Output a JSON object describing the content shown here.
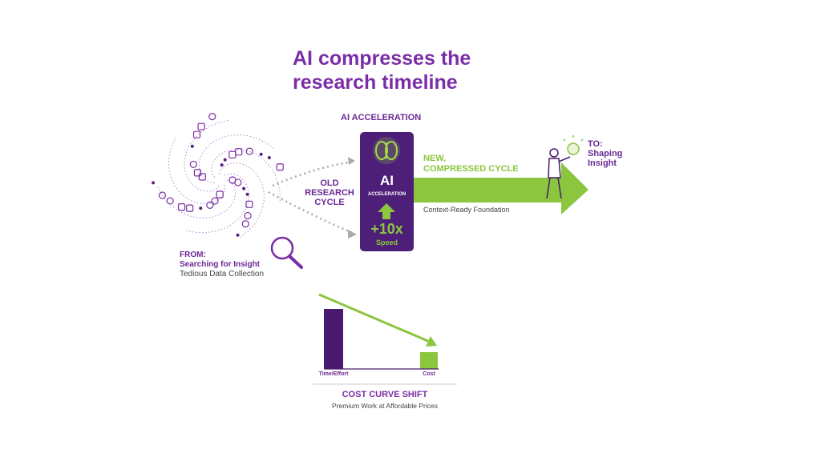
{
  "title": {
    "line1": "AI compresses the",
    "line2": "research timeline"
  },
  "from": {
    "label": "FROM:",
    "heading": "Searching for Insight",
    "subtitle": "Tedious Data Collection"
  },
  "old_cycle": {
    "line1": "OLD",
    "line2": "RESEARCH",
    "line3": "CYCLE"
  },
  "ai_box": {
    "header": "AI ACCELERATION",
    "big": "AI",
    "small": "ACCELERATION",
    "multiplier": "+10x",
    "unit": "Speed"
  },
  "new_cycle": {
    "line1": "NEW,",
    "line2": "COMPRESSED CYCLE",
    "caption": "Context-Ready Foundation"
  },
  "to": {
    "label": "TO:",
    "line1": "Shaping",
    "line2": "Insight"
  },
  "cost_chart": {
    "bars": [
      {
        "label": "Time/Effort",
        "relative_value": 1.0,
        "color": "#4a1a6e"
      },
      {
        "label": "Cost",
        "relative_value": 0.28,
        "color": "#8cc63f"
      }
    ],
    "title": "COST CURVE SHIFT",
    "subtitle": "Premium Work at Affordable Prices"
  },
  "colors": {
    "purple": "#7a2ea6",
    "dark_purple": "#4a1a6e",
    "green": "#8cc63f"
  }
}
